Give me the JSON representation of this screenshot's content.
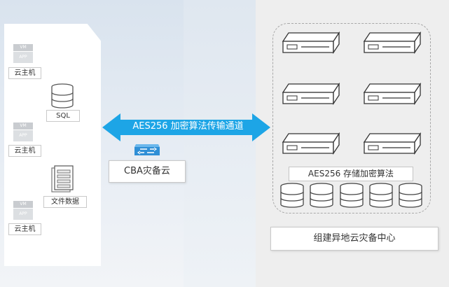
{
  "colors": {
    "arrow": "#1da5e6",
    "switch": "#2f8fd6",
    "icon_stroke": "#555555"
  },
  "left": {
    "vms": [
      {
        "top_label": "VM",
        "bottom_label": "APP",
        "caption": "云主机"
      },
      {
        "top_label": "VM",
        "bottom_label": "APP",
        "caption": "云主机"
      },
      {
        "top_label": "VM",
        "bottom_label": "APP",
        "caption": "云主机"
      }
    ],
    "sql_label": "SQL",
    "file_label": "文件数据"
  },
  "middle": {
    "channel_label": "AES256 加密算法传输通道",
    "cba_label": "CBA灾备云"
  },
  "right": {
    "storage_label": "AES256 存储加密算法",
    "center_label": "组建异地云灾备中心"
  }
}
